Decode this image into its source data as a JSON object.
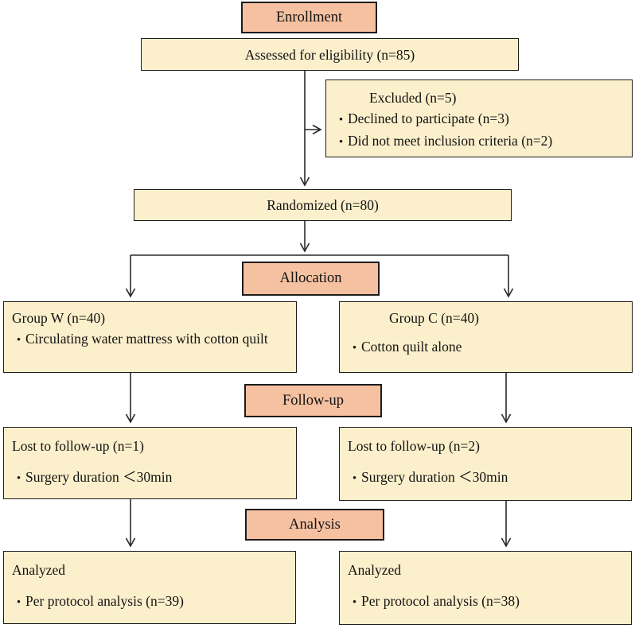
{
  "diagram": {
    "type": "consort-flow",
    "colors": {
      "phase_fill": "#F5C1A0",
      "box_fill": "#FCF0CC",
      "border": "#1c1c1c",
      "line": "#2a2a2a"
    },
    "phases": {
      "enrollment": "Enrollment",
      "allocation": "Allocation",
      "followup": "Follow-up",
      "analysis": "Analysis"
    },
    "boxes": {
      "assessed": {
        "title": "Assessed for eligibility (n=85)"
      },
      "excluded": {
        "title": "Excluded (n=5)",
        "bullets": [
          "Declined to participate (n=3)",
          "Did not meet inclusion criteria (n=2)"
        ]
      },
      "randomized": {
        "title": "Randomized (n=80)"
      },
      "group_w": {
        "title": "Group W (n=40)",
        "bullets": [
          "Circulating water mattress with cotton quilt"
        ]
      },
      "group_c": {
        "title": "Group C (n=40)",
        "bullets": [
          "Cotton quilt alone"
        ]
      },
      "lost_w": {
        "title": "Lost to follow-up (n=1)",
        "bullets": [
          "Surgery duration ＜30min"
        ]
      },
      "lost_c": {
        "title": "Lost to follow-up (n=2)",
        "bullets": [
          "Surgery duration ＜30min"
        ]
      },
      "analyzed_w": {
        "title": "Analyzed",
        "bullets": [
          "Per protocol analysis (n=39)"
        ]
      },
      "analyzed_c": {
        "title": "Analyzed",
        "bullets": [
          "Per protocol analysis (n=38)"
        ]
      }
    }
  }
}
